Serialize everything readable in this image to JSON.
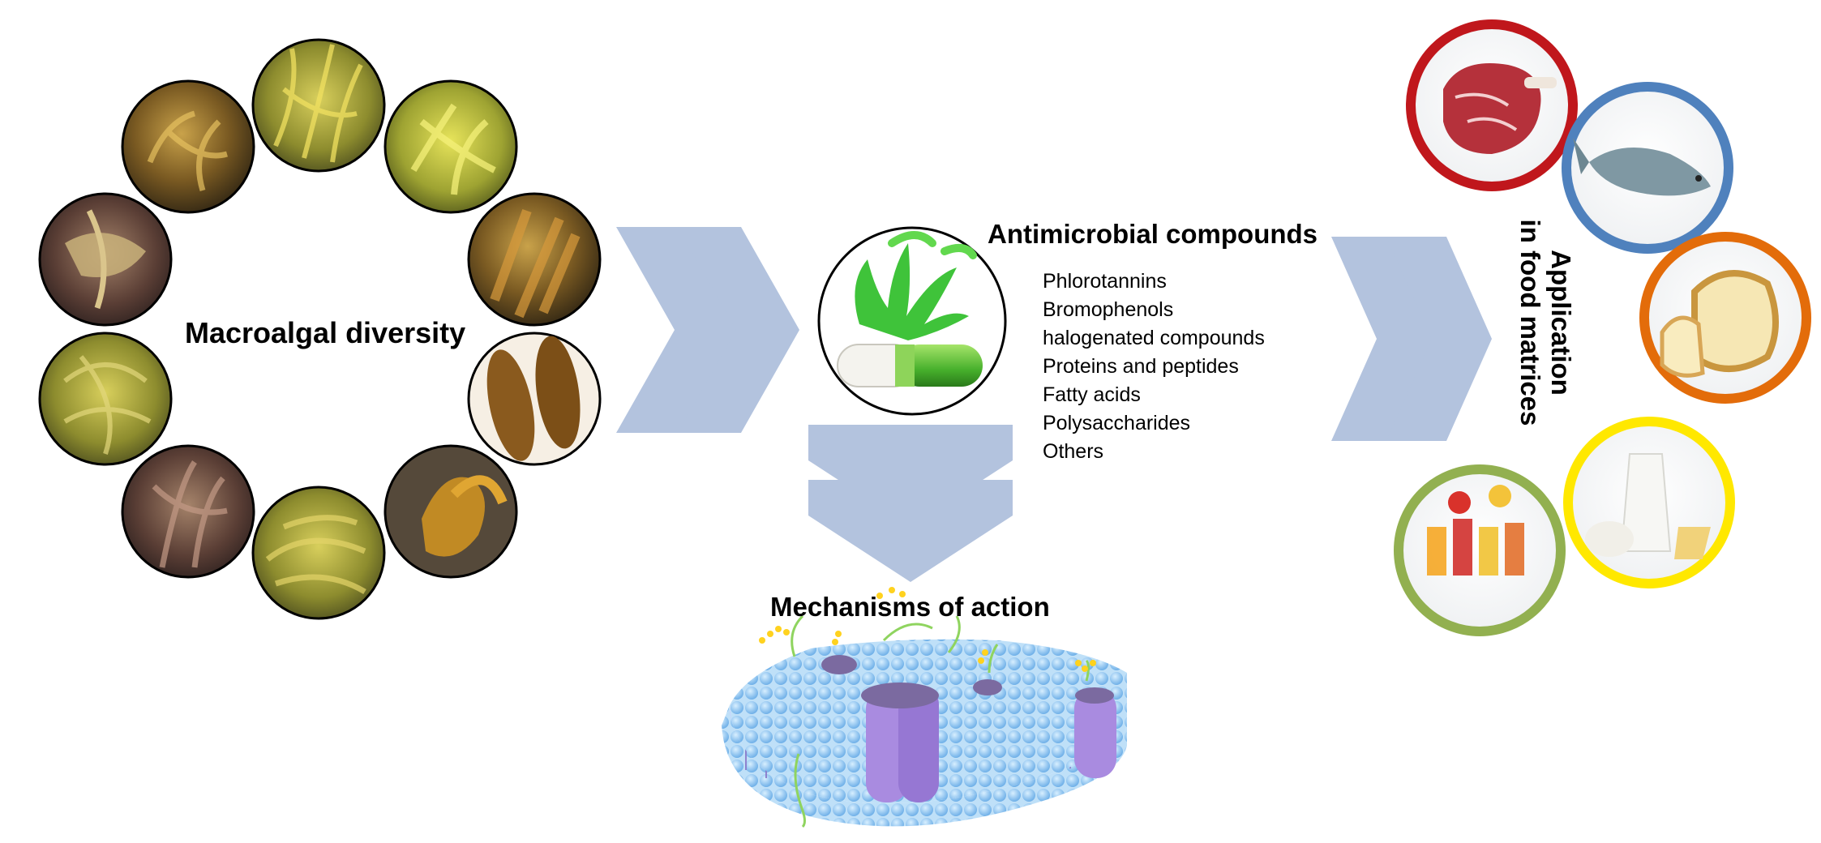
{
  "macroalgae": {
    "title": "Macroalgal diversity",
    "thumbnails": [
      "bladder-wrack",
      "kelp-strands",
      "sea-lettuce",
      "kelp-blades",
      "seed-pods",
      "giant-kelp",
      "rockweed",
      "dulse",
      "knotted-wrack",
      "sea-oak"
    ]
  },
  "compounds": {
    "title": "Antimicrobial compounds",
    "items": [
      "Phlorotannins",
      "Bromophenols",
      "halogenated compounds",
      "Proteins and peptides",
      "Fatty acids",
      "Polysaccharides",
      "Others"
    ]
  },
  "mechanisms": {
    "title": "Mechanisms of action"
  },
  "application": {
    "title_line1": "Application",
    "title_line2": "in food matrices",
    "foods": [
      {
        "name": "meat",
        "ring_color": "#c0171c"
      },
      {
        "name": "fish",
        "ring_color": "#4f81bd"
      },
      {
        "name": "bread",
        "ring_color": "#e36c0a"
      },
      {
        "name": "dairy",
        "ring_color": "#ffe800"
      },
      {
        "name": "juices",
        "ring_color": "#92b050"
      }
    ]
  },
  "colors": {
    "arrow": "#b3c3de",
    "lipid_head": "#8ec5ef",
    "protein": "#a98be0"
  }
}
